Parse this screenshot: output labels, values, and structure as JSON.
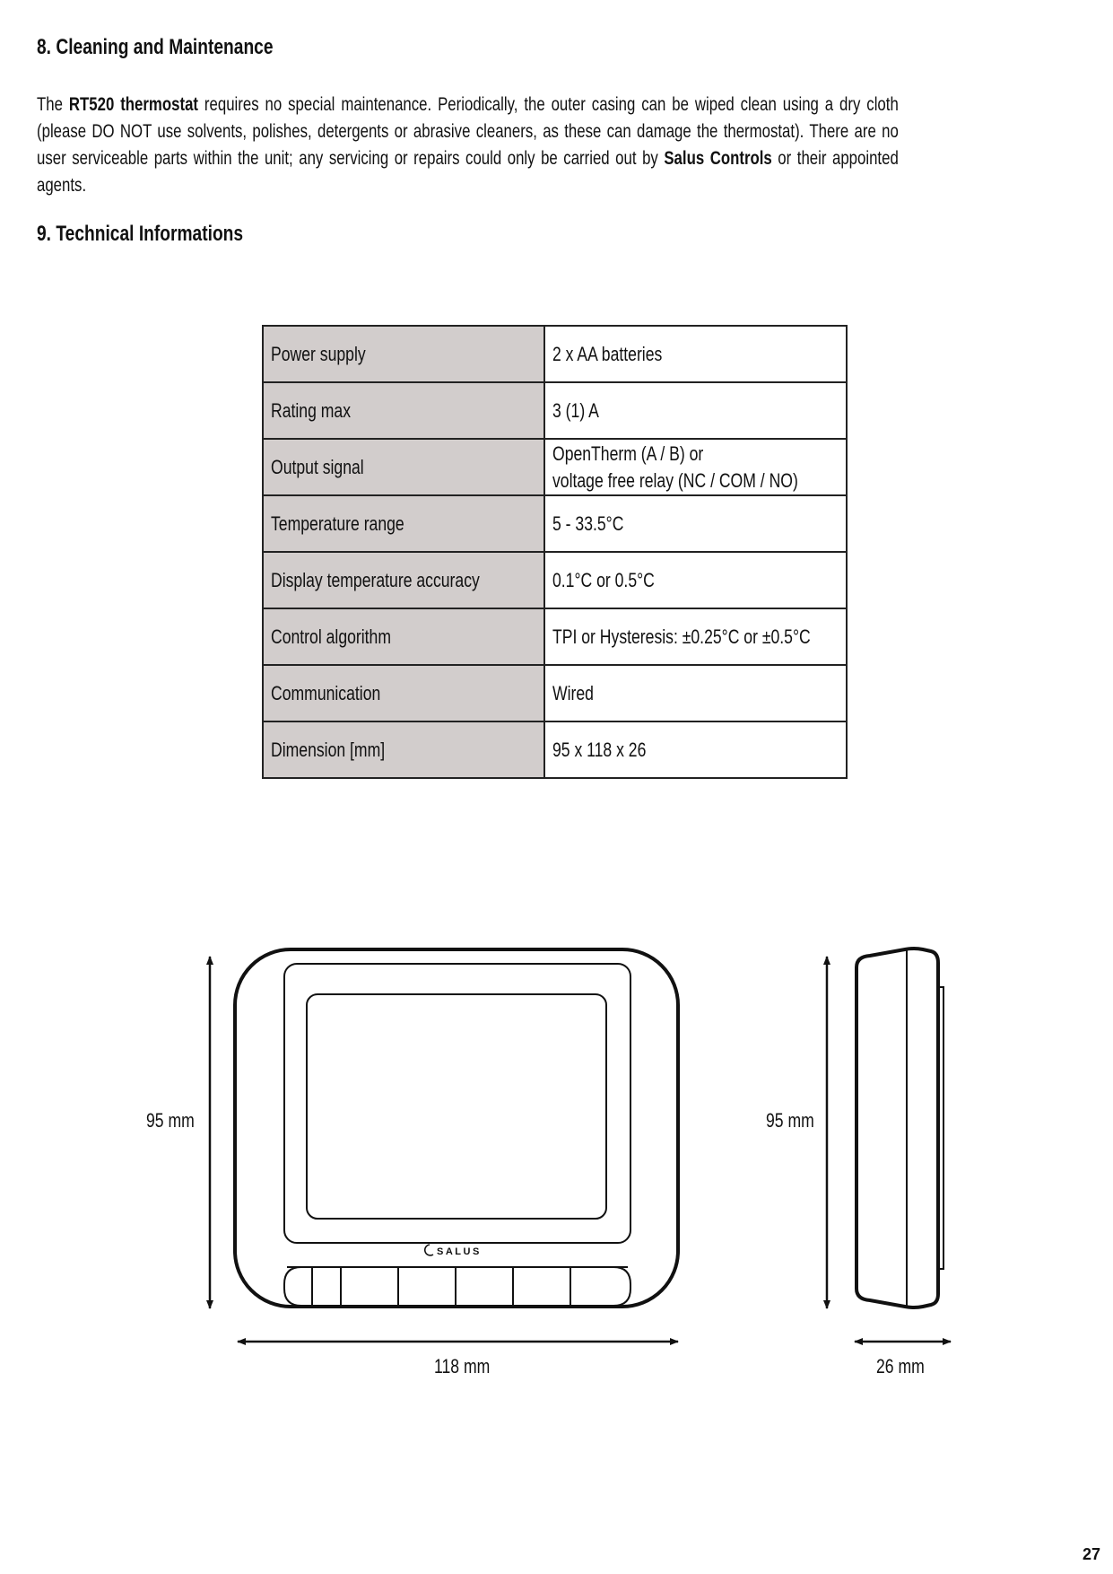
{
  "section8": {
    "heading": "8. Cleaning and Maintenance",
    "p_pre": "The ",
    "p_bold1": "RT520 thermostat",
    "p_mid": " requires no special maintenance. Periodically, the outer casing can be wiped clean using a dry cloth (please DO NOT use solvents, polishes, detergents or abrasive cleaners, as these can damage the thermostat). There are no user serviceable parts within the unit; any servicing or repairs could only be carried out by ",
    "p_bold2": "Salus Controls",
    "p_post": " or their appointed agents."
  },
  "section9": {
    "heading": "9. Technical Informations"
  },
  "specs": [
    {
      "label": "Power supply",
      "value": [
        "2 x AA batteries"
      ]
    },
    {
      "label": "Rating max",
      "value": [
        "3 (1) A"
      ]
    },
    {
      "label": "Output signal",
      "value": [
        "OpenTherm (A / B) or",
        "voltage free relay (NC / COM / NO)"
      ]
    },
    {
      "label": "Temperature range",
      "value": [
        "5 - 33.5°C"
      ]
    },
    {
      "label": "Display temperature accuracy",
      "value": [
        "0.1°C or 0.5°C"
      ]
    },
    {
      "label": "Control algorithm",
      "value": [
        "TPI or Hysteresis: ±0.25°C or ±0.5°C"
      ]
    },
    {
      "label": "Communication",
      "value": [
        "Wired"
      ]
    },
    {
      "label": "Dimension [mm]",
      "value": [
        "95 x 118 x 26"
      ]
    }
  ],
  "drawing": {
    "front_height": "95 mm",
    "front_width": "118 mm",
    "side_height": "95 mm",
    "side_depth": "26 mm",
    "brand_logo": "SALUS"
  },
  "page_number": "27"
}
